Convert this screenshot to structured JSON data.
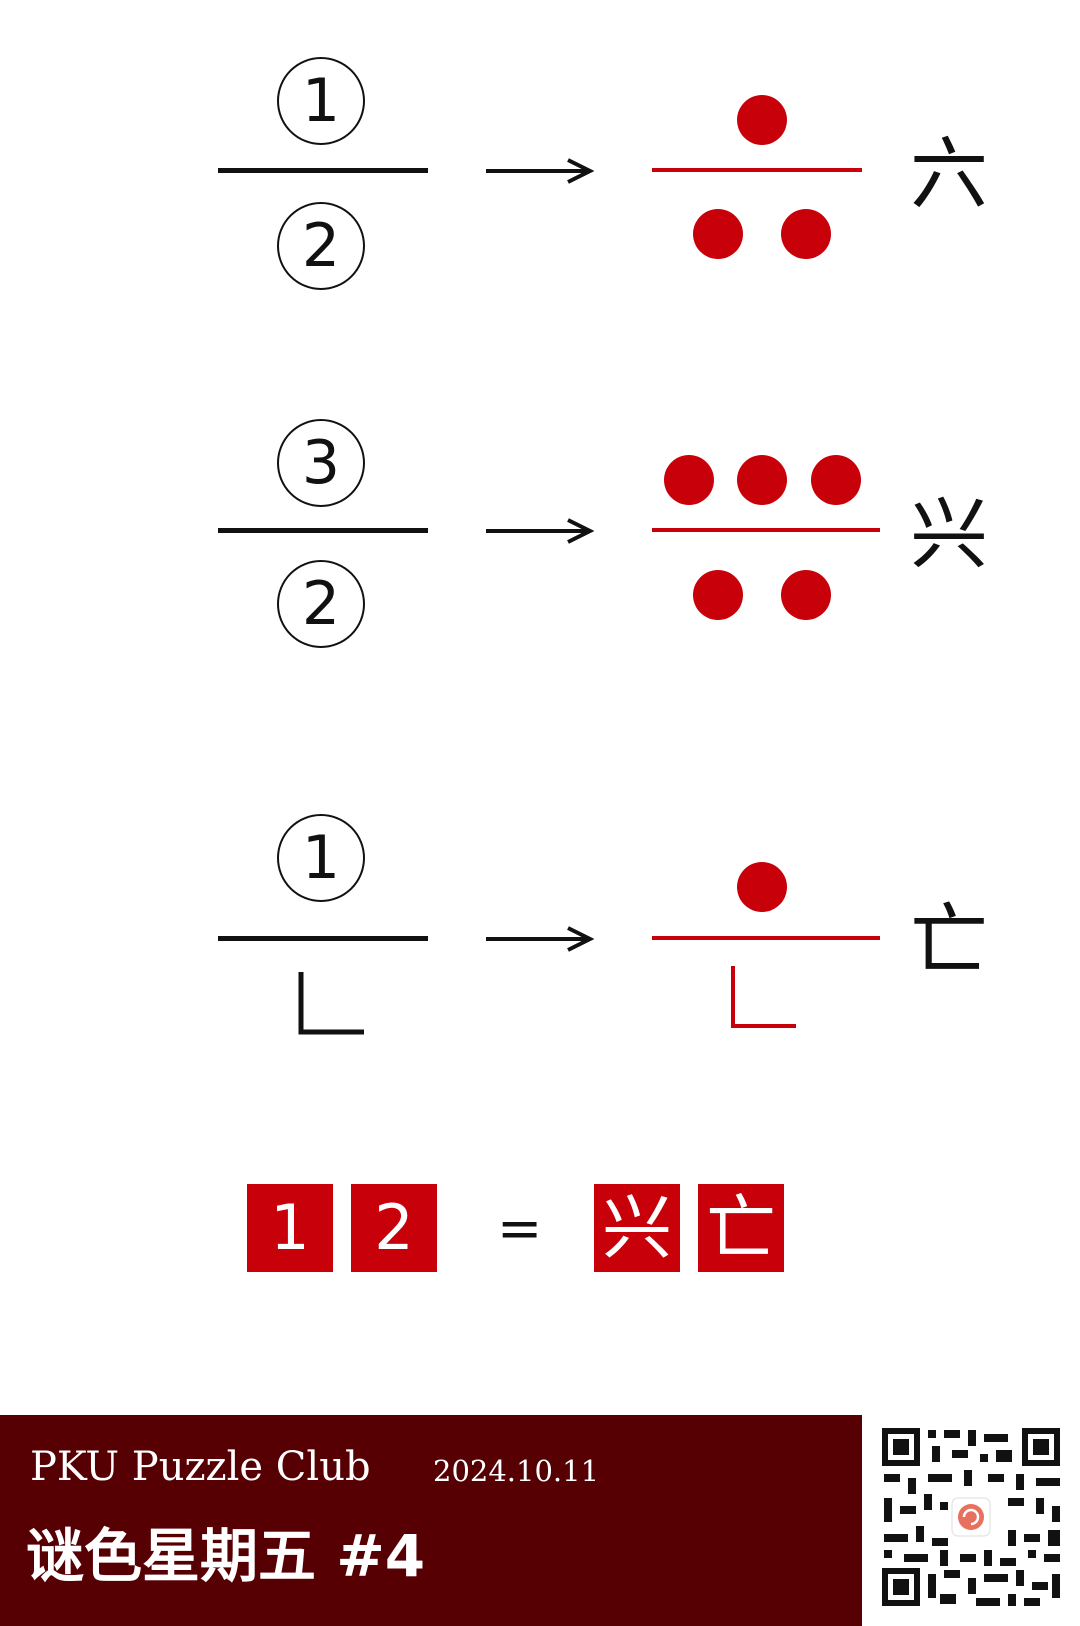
{
  "rows": [
    {
      "top": "1",
      "bottom": "2",
      "result_char": "六"
    },
    {
      "top": "3",
      "bottom": "2",
      "result_char": "兴"
    },
    {
      "top": "1",
      "bottom": "乚",
      "result_char": "亡"
    }
  ],
  "equation": {
    "lhs": [
      "1",
      "2"
    ],
    "equals": "=",
    "rhs": [
      "兴",
      "亡"
    ]
  },
  "footer": {
    "club": "PKU Puzzle Club",
    "date": "2024.10.11",
    "title": "谜色星期五 #4"
  },
  "colors": {
    "accent_red": "#c8000a",
    "footer_bg": "#570004"
  },
  "icons": [
    "right-arrow-icon",
    "qr-code-icon",
    "club-logo-icon"
  ]
}
